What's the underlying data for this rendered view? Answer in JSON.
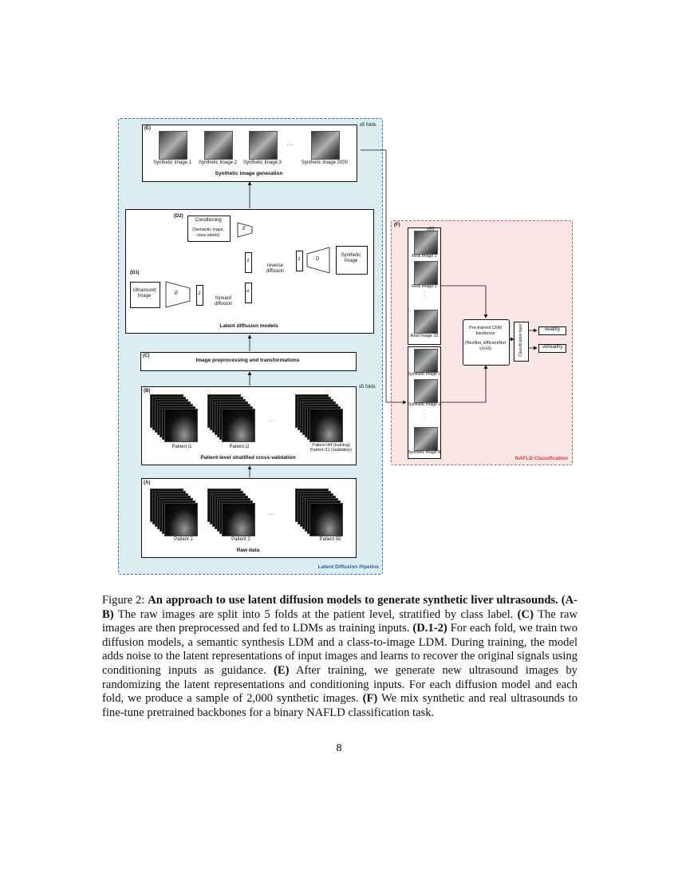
{
  "figure": {
    "pipeline_label": "Latent Diffusion Pipeline",
    "classification_label": "NAFLD Classification",
    "E_section": {
      "tag": "(E)",
      "folds": "x5 folds",
      "images": [
        "Synthetic Image 1",
        "Synthetic Image 2",
        "Synthetic Image 3",
        "Synthetic Image 2000"
      ],
      "dots": ". . .",
      "title": "Synthetic image generation"
    },
    "D_section": {
      "tag_d2": "(D2)",
      "tag_d1": "(D1)",
      "conditioning_title": "Conditioning",
      "conditioning_sub": "(Semantic maps, class labels)",
      "encoder": "E",
      "decoder": "D",
      "z": "z",
      "zt": "zt",
      "reverse": "reverse diffusion",
      "forward": "forward diffusion",
      "ultrasound": "Ultrasound Image",
      "synthetic": "Synthetic Image",
      "title": "Latent diffusion models"
    },
    "C_section": {
      "tag": "(C)",
      "title": "Image preprocessing and transformations"
    },
    "B_section": {
      "tag": "(B)",
      "folds": "x5 folds",
      "patient_a": "Patient i1",
      "patient_b": "Patient i2",
      "patient_c1": "Patient i44 (training)",
      "patient_c2": "Patient i11 (validation)",
      "dots": ". . .",
      "title": "Patient-level stratified cross-validation"
    },
    "A_section": {
      "tag": "(A)",
      "patient_a": "Patient 1",
      "patient_b": "Patient 2",
      "patient_c": "Patient 55",
      "dots": ". . .",
      "title": "Raw data"
    },
    "F_section": {
      "tag": "(F)",
      "count": "x55",
      "real": [
        "Real Image 1",
        "Real Image 2",
        "Real Image 10"
      ],
      "synthetic": [
        "Synthetic Image 1",
        "Synthetic Image 2",
        "Synthetic Image N"
      ],
      "backbone_title": "Pre-trained CNN backbone",
      "backbone_sub": "(ResNet, EfficientNet v1/v2)",
      "classification_layer": "Classification layer",
      "healthy": "healthy",
      "unhealthy": "unhealthy"
    }
  },
  "caption": {
    "figure_label": "Figure 2:",
    "title": "An approach to use latent diffusion models to generate synthetic liver ultrasounds.",
    "p_ab_tag": "(A-B)",
    "p_ab": "The raw images are split into 5 folds at the patient level, stratified by class label.",
    "p_c_tag": "(C)",
    "p_c": "The raw images are then preprocessed and fed to LDMs as training inputs.",
    "p_d_tag": "(D.1-2)",
    "p_d": "For each fold, we train two diffusion models, a semantic synthesis LDM and a class-to-image LDM. During training, the model adds noise to the latent representations of input images and learns to recover the original signals using conditioning inputs as guidance.",
    "p_e_tag": "(E)",
    "p_e": "After training, we generate new ultrasound images by randomizing the latent representations and conditioning inputs. For each diffusion model and each fold, we produce a sample of 2,000 synthetic images.",
    "p_f_tag": "(F)",
    "p_f": "We mix synthetic and real ultrasounds to fine-tune pretrained backbones for a binary NAFLD classification task."
  },
  "page_number": "8",
  "colors": {
    "pipeline_bg": "#dcedf2",
    "pipeline_border": "#3a6ea5",
    "class_bg": "#fbe6e6",
    "class_border": "#d45a5a",
    "pipeline_text": "#2f5d9a",
    "class_text": "#c84040"
  }
}
